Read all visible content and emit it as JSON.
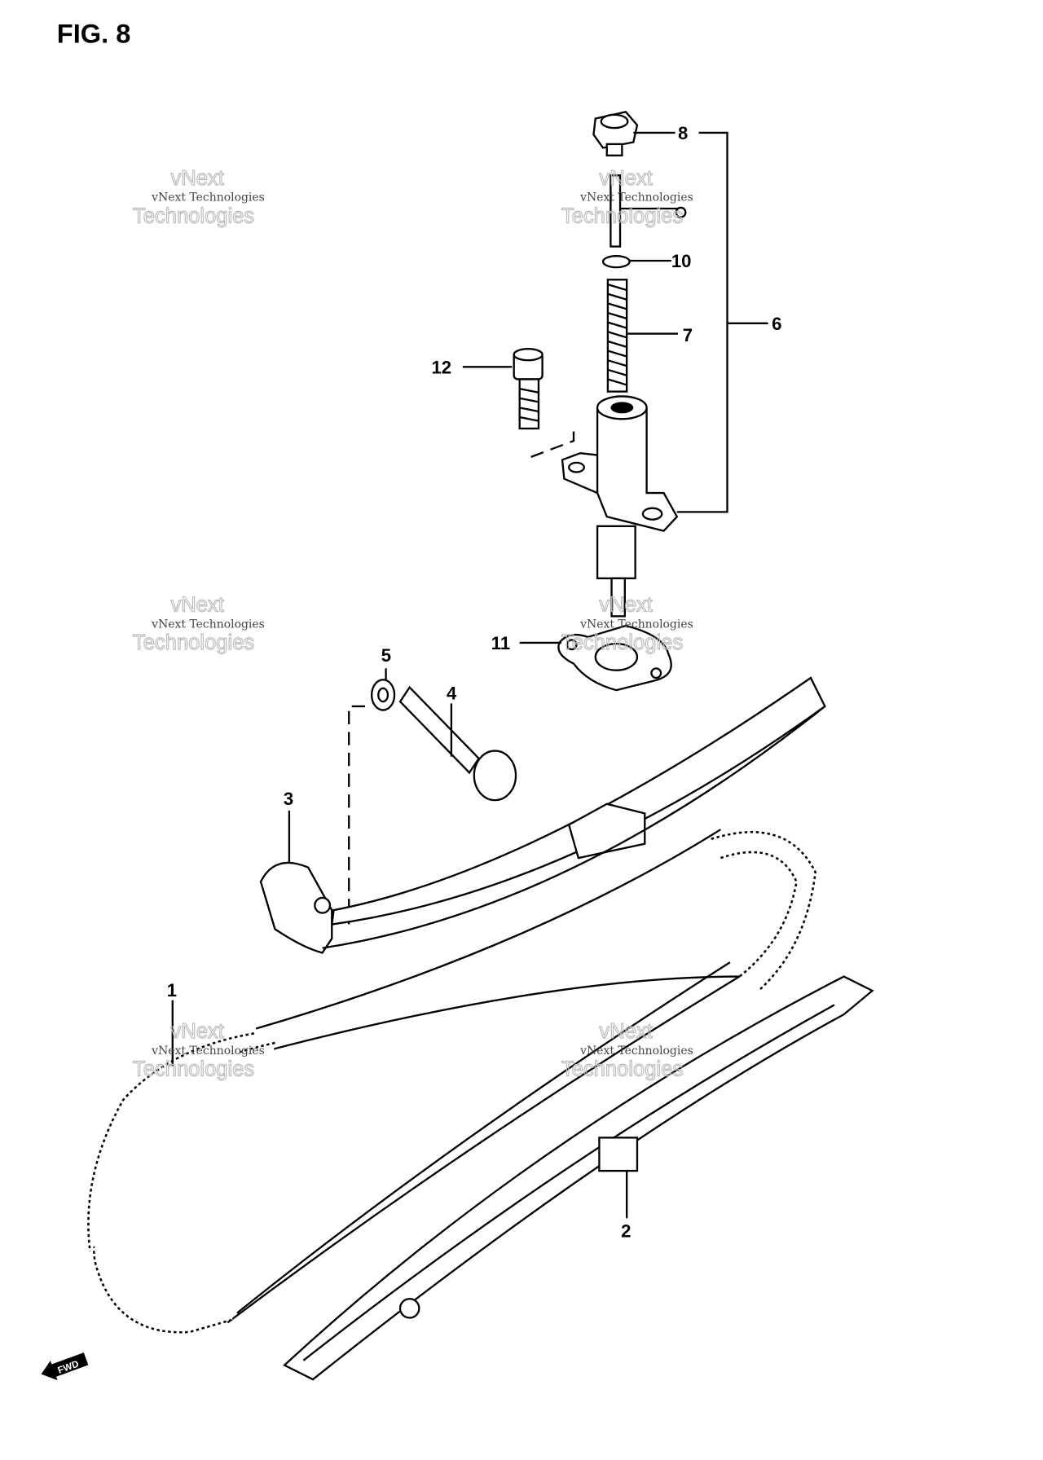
{
  "figure": {
    "title": "FIG. 8",
    "fwd_label": "FWD"
  },
  "callouts": [
    {
      "num": "1",
      "part": "cam-chain"
    },
    {
      "num": "2",
      "part": "chain-guide"
    },
    {
      "num": "3",
      "part": "chain-tensioner-slipper"
    },
    {
      "num": "4",
      "part": "pivot-bolt"
    },
    {
      "num": "5",
      "part": "washer"
    },
    {
      "num": "6",
      "part": "tensioner-assembly"
    },
    {
      "num": "7",
      "part": "spring"
    },
    {
      "num": "8",
      "part": "cap-bolt"
    },
    {
      "num": "10",
      "part": "o-ring"
    },
    {
      "num": "11",
      "part": "gasket"
    },
    {
      "num": "12",
      "part": "bolt"
    }
  ],
  "watermark": {
    "line1": "vNext",
    "line2": "vNext Technologies",
    "line3": "Technologies"
  }
}
